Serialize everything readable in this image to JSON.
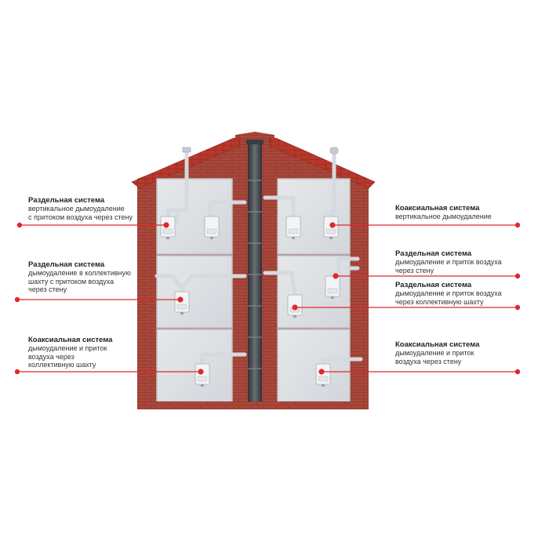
{
  "colors": {
    "brick": "#a9473a",
    "roof": "#b8382c",
    "wall": "#dfe2e6",
    "frame": "#c9cdd2",
    "chimney": "#4a4c52",
    "pipe": "#d6d9dd",
    "accent": "#e0282c"
  },
  "labels": {
    "left_1": {
      "title": "Раздельная система",
      "lines": [
        "вертикальное дымоудаление",
        "с притоком воздуха через стену"
      ]
    },
    "left_2": {
      "title": "Раздельная система",
      "lines": [
        "дымоудаление в коллективную",
        "шахту с притоком воздуха",
        "через стену"
      ]
    },
    "left_3": {
      "title": "Коаксиальная система",
      "lines": [
        "дымоудаление и приток",
        "воздуха через",
        "коллективную шахту"
      ]
    },
    "right_1": {
      "title": "Коаксиальная система",
      "lines": [
        "вертикальное дымоудаление"
      ]
    },
    "right_2": {
      "title": "Раздельная система",
      "lines": [
        "дымоудаление и приток воздуха",
        "через стену"
      ]
    },
    "right_3": {
      "title": "Раздельная система",
      "lines": [
        "дымоудаление и приток воздуха",
        "через коллективную шахту"
      ]
    },
    "right_4": {
      "title": "Коаксиальная система",
      "lines": [
        "дымоудаление и приток",
        "воздуха через стену"
      ]
    }
  }
}
